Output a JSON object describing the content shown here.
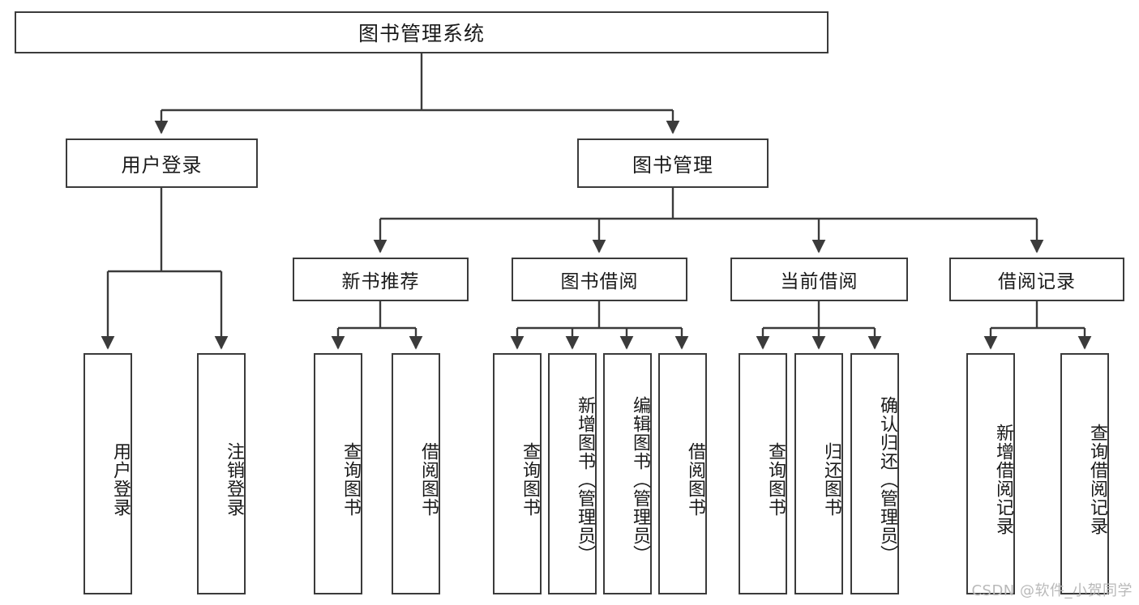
{
  "diagram": {
    "title": "图书管理系统",
    "type": "tree-hierarchy",
    "root": {
      "label": "图书管理系统"
    },
    "level2": [
      {
        "label": "用户登录"
      },
      {
        "label": "图书管理"
      }
    ],
    "level3": [
      {
        "label": "新书推荐"
      },
      {
        "label": "图书借阅"
      },
      {
        "label": "当前借阅"
      },
      {
        "label": "借阅记录"
      }
    ],
    "leaves": {
      "user_login": [
        {
          "label": "用户登录"
        },
        {
          "label": "注销登录"
        }
      ],
      "new_book_recommend": [
        {
          "label": "查询图书"
        },
        {
          "label": "借阅图书"
        }
      ],
      "book_borrow": [
        {
          "label": "查询图书"
        },
        {
          "label": "新增图书（管理员）"
        },
        {
          "label": "编辑图书（管理员）"
        },
        {
          "label": "借阅图书"
        }
      ],
      "current_borrow": [
        {
          "label": "查询图书"
        },
        {
          "label": "归还图书"
        },
        {
          "label": "确认归还（管理员）"
        }
      ],
      "borrow_record": [
        {
          "label": "新增借阅记录"
        },
        {
          "label": "查询借阅记录"
        }
      ]
    }
  },
  "watermark": {
    "text": "CSDN @软件_小贺同学"
  },
  "colors": {
    "border": "#3b3b3b",
    "text": "#1a1a1a",
    "background": "#ffffff",
    "watermark": "#b9b9b9"
  }
}
